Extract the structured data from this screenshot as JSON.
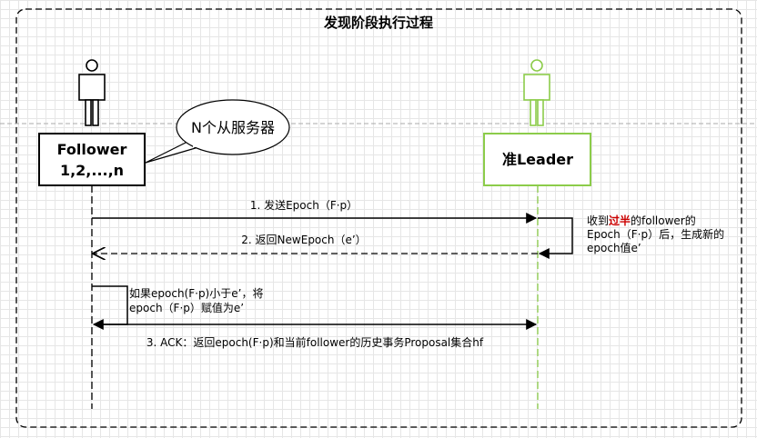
{
  "title": "发现阶段执行过程",
  "follower": {
    "name": "Follower",
    "ids": "1,2,...,n"
  },
  "leader": {
    "name": "准Leader"
  },
  "callout": "N个从服务器",
  "messages": {
    "m1": "1. 发送Epoch（F·p）",
    "m2": "2. 返回NewEpoch（e’）",
    "m3": "3. ACK：返回epoch(F·p)和当前follower的历史事务Proposal集合hf"
  },
  "leader_note": {
    "prefix": "收到",
    "highlight": "过半",
    "suffix": "的follower的",
    "line2": "Epoch（F·p）后，生成新的",
    "line3": "epoch值e’"
  },
  "self_note": {
    "line1": "如果epoch(F·p)小于e’，将",
    "line2": "epoch（F·p）赋值为e’"
  },
  "colors": {
    "leader_accent": "#8ccc4a",
    "highlight": "#cc0000",
    "line": "#000000"
  }
}
